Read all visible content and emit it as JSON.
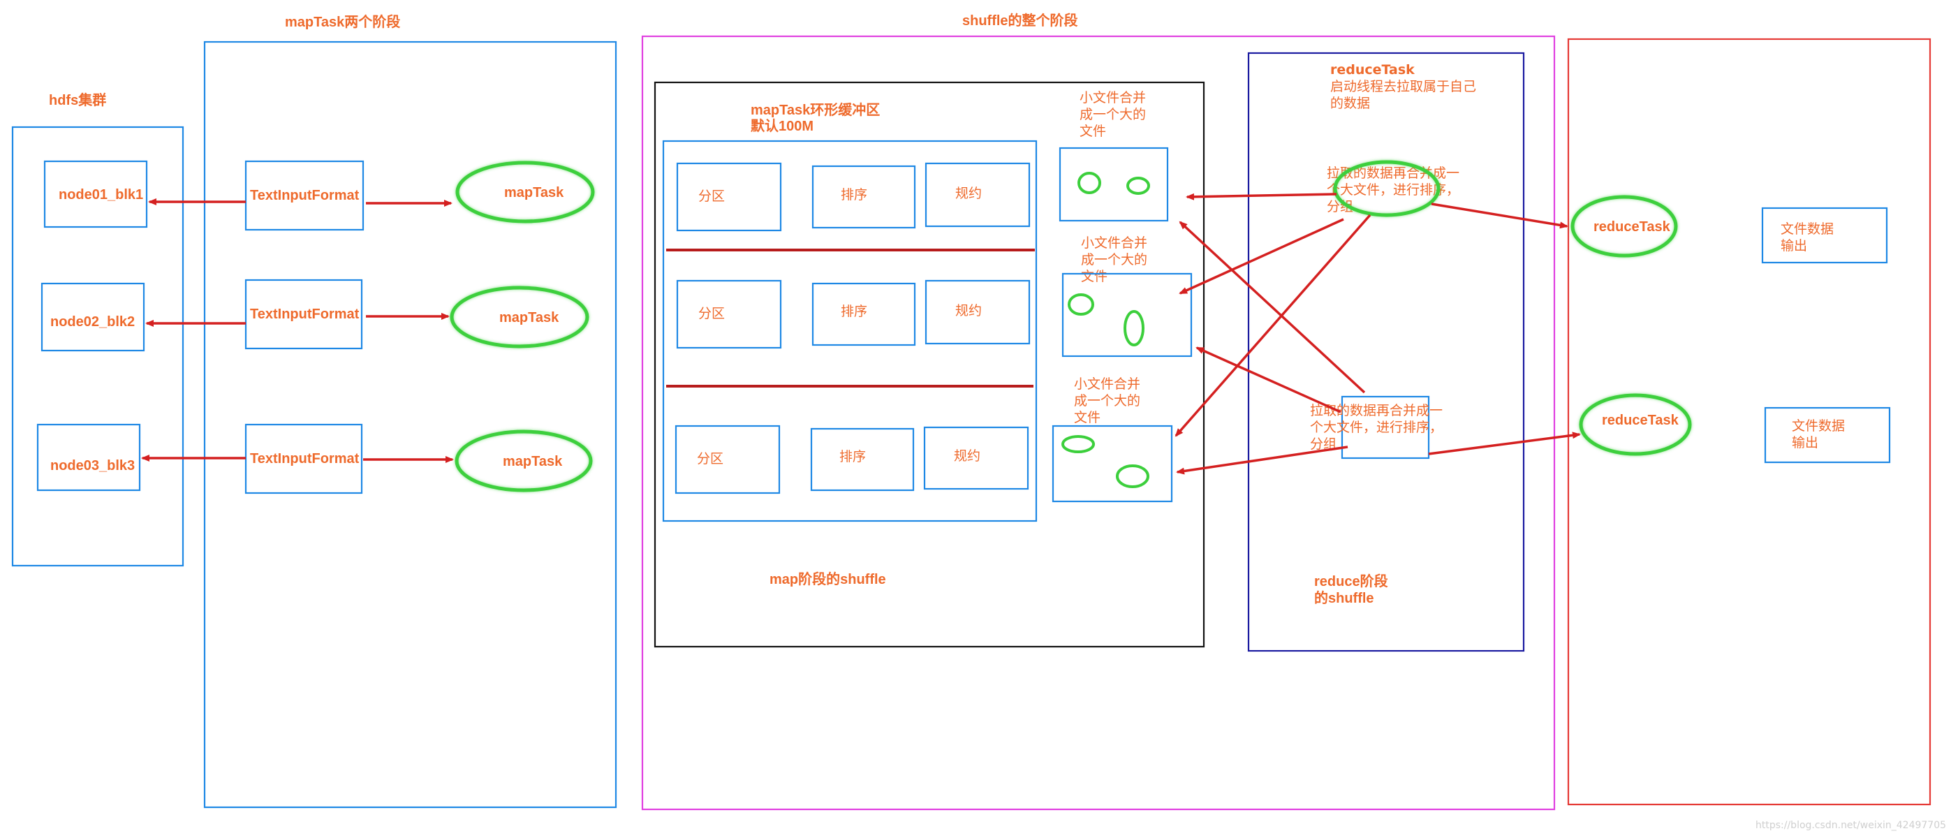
{
  "hdfs": {
    "title": "hdfs集群",
    "nodes": [
      "node01_blk1",
      "node02_blk2",
      "node03_blk3"
    ]
  },
  "map_stage": {
    "title": "mapTask两个阶段",
    "input_formats": [
      "TextInputFormat",
      "TextInputFormat",
      "TextInputFormat"
    ],
    "map_tasks": [
      "mapTask",
      "mapTask",
      "mapTask"
    ]
  },
  "shuffle": {
    "title": "shuffle的整个阶段",
    "buffer_title_line1": "mapTask环形缓冲区",
    "buffer_title_line2": "默认100M",
    "partition_label": "分区",
    "sort_label": "排序",
    "combine_label": "规约",
    "merge_labels": [
      [
        "小文件合并",
        "成一个大的",
        "文件"
      ],
      [
        "小文件合并",
        "成一个大的",
        "文件"
      ],
      [
        "小文件合并",
        "成一个大的",
        "文件"
      ]
    ],
    "map_shuffle_label": "map阶段的shuffle",
    "reduce_title_lines": [
      "reduceTask",
      "启动线程去拉取属于自己",
      "的数据"
    ],
    "merge_sort_top_lines": [
      "拉取的数据再合并成一",
      "个大文件，进行排序，",
      "分组"
    ],
    "merge_sort_bottom_lines": [
      "拉取的数据再合并成一",
      "个大文件，进行排序，",
      "分组"
    ],
    "reduce_shuffle_lines": [
      "reduce阶段",
      "的shuffle"
    ]
  },
  "reduce_stage": {
    "reduce_tasks": [
      "reduceTask",
      "reduceTask"
    ],
    "output_labels": [
      [
        "文件数据",
        "输出"
      ],
      [
        "文件数据",
        "输出"
      ]
    ]
  },
  "watermark": "https://blog.csdn.net/weixin_42497705",
  "colors": {
    "blue_box": "#1e88e5",
    "magenta_box": "#e040e0",
    "red_box": "#e53935",
    "navy_box": "#1a1aa0",
    "text": "#ee6a2c",
    "ellipse": "#3ccf3c",
    "arrow": "#d42020"
  }
}
